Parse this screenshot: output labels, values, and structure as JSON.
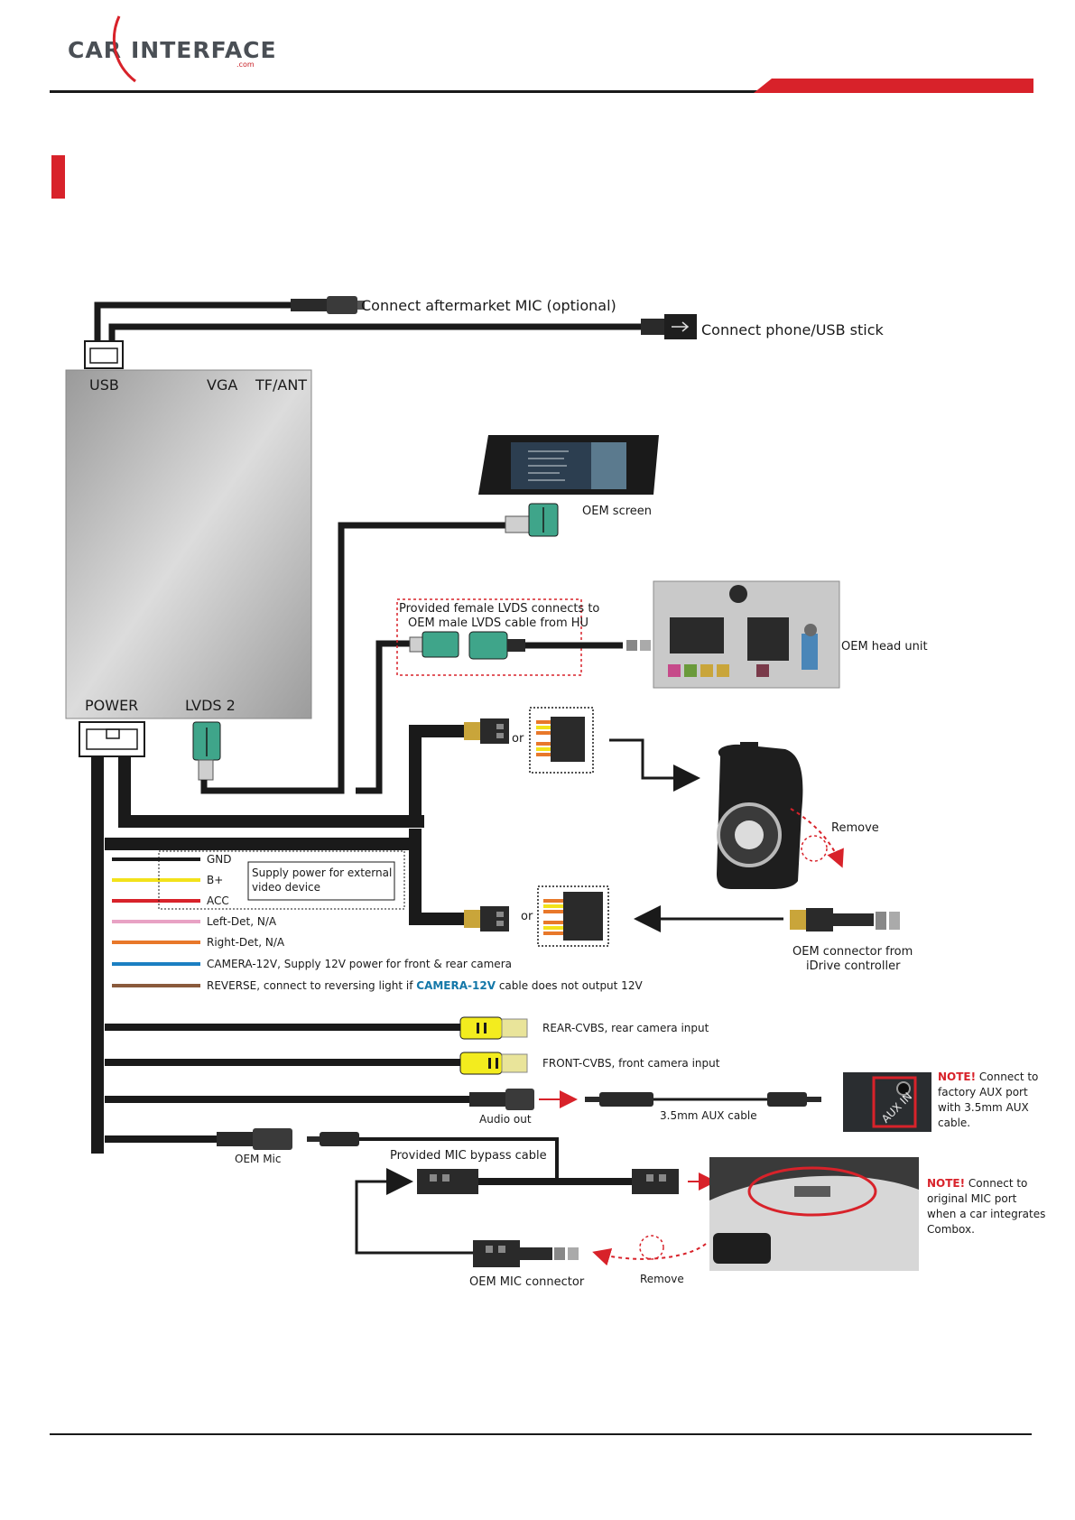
{
  "header": {
    "logo_text_a": "CAR",
    "logo_text_b": "INTERFACE",
    "logo_suffix": ".com"
  },
  "colors": {
    "brand_red": "#d8222a",
    "wire_black": "#1a1a1a",
    "wire_yellow": "#f2e21a",
    "wire_red": "#d8222a",
    "wire_pink": "#e8a2c4",
    "wire_orange": "#e8782a",
    "wire_blue": "#1b7fc2",
    "wire_brown": "#8a5a3c",
    "rca_yellow": "#f3ec1e",
    "lvds_teal": "#3fa58a",
    "module_gray": "#b8b8b8"
  },
  "module": {
    "port_usb": "USB",
    "port_vga": "VGA",
    "port_tfant": "TF/ANT",
    "port_power": "POWER",
    "port_lvds2": "LVDS 2"
  },
  "labels": {
    "mic_optional": "Connect aftermarket MIC (optional)",
    "phone_usb": "Connect phone/USB stick",
    "oem_screen": "OEM screen",
    "lvds_note_1": "Provided female LVDS connects to",
    "lvds_note_2": "OEM male LVDS cable from HU",
    "oem_head_unit": "OEM head unit",
    "or_1": "or",
    "or_2": "or",
    "remove_1": "Remove",
    "remove_2": "Remove",
    "idrive_1": "OEM connector from",
    "idrive_2": "iDrive controller",
    "supply_1": "Supply power for external",
    "supply_2": "video device",
    "rear_cvbs": "REAR-CVBS, rear camera input",
    "front_cvbs": "FRONT-CVBS, front camera input",
    "audio_out": "Audio out",
    "aux_cable": "3.5mm AUX cable",
    "oem_mic": "OEM Mic",
    "mic_bypass": "Provided MIC bypass cable",
    "oem_mic_connector": "OEM MIC connector",
    "aux_in": "AUX IN"
  },
  "wires": {
    "gnd": "GND",
    "bplus": "B+",
    "acc": "ACC",
    "left_det": "Left-Det, N/A",
    "right_det": "Right-Det, N/A",
    "camera": "CAMERA-12V, Supply 12V power for front & rear camera",
    "reverse_a": "REVERSE, connect to reversing light if ",
    "reverse_b": "CAMERA-12V",
    "reverse_c": " cable does not output 12V"
  },
  "notes": {
    "aux_note_head": "NOTE!",
    "aux_note_1": " Connect to",
    "aux_note_2": "factory AUX port",
    "aux_note_3": "with 3.5mm AUX",
    "aux_note_4": "cable.",
    "mic_note_head": "NOTE!",
    "mic_note_1": " Connect to",
    "mic_note_2": "original MIC port",
    "mic_note_3": "when a car integrates",
    "mic_note_4": "Combox."
  }
}
